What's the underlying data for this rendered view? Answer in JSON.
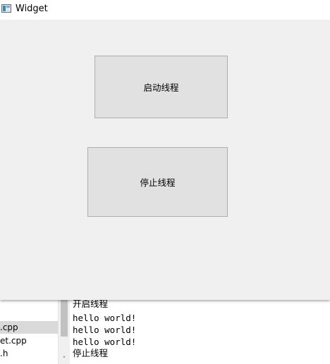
{
  "window": {
    "title": "Widget"
  },
  "buttons": {
    "start_label": "启动线程",
    "stop_label": "停止线程"
  },
  "file_list": {
    "items": [
      {
        "label": ".cpp",
        "selected": true
      },
      {
        "label": "et.cpp",
        "selected": false
      },
      {
        "label": ".h",
        "selected": false
      }
    ]
  },
  "console": {
    "lines": [
      "开启线程",
      "hello world!",
      "hello world!",
      "hello world!",
      "停止线程"
    ]
  },
  "icons": {
    "app_icon": "qt-window-icon",
    "scroll_arrow": "chevron-down-icon",
    "scroll_arrow_glyph": "˅"
  },
  "colors": {
    "window_bg": "#f0f0f0",
    "button_bg": "#e1e1e1",
    "button_border": "#adadad",
    "selected_item_bg": "#d9d9d9"
  }
}
